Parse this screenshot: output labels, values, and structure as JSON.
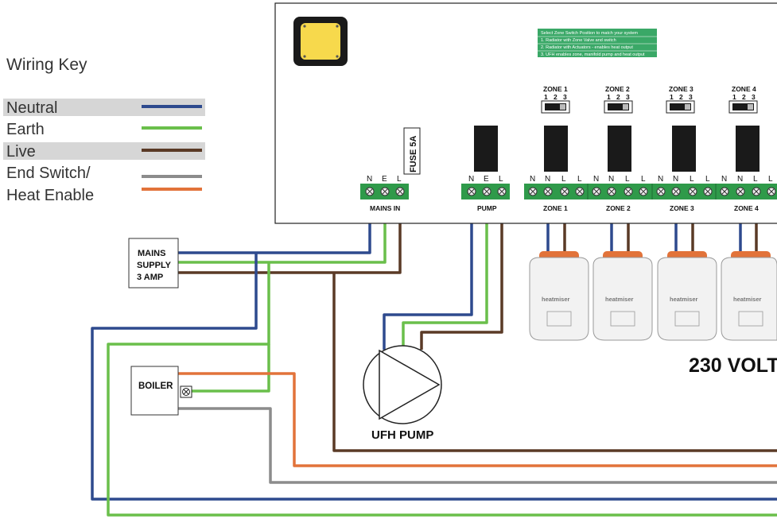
{
  "colors": {
    "neutral": "#2e4a8e",
    "earth": "#6abf4b",
    "live": "#5a3a26",
    "end_switch": "#8c8c8c",
    "heat_enable": "#e2733a",
    "terminal_green": "#2f9a4a",
    "panel_green": "#3aa867",
    "yellow_led": "#f7d94c"
  },
  "wiring_key": {
    "title": "Wiring Key",
    "items": [
      {
        "label": "Neutral",
        "color": "neutral",
        "shaded": true
      },
      {
        "label": "Earth",
        "color": "earth",
        "shaded": false
      },
      {
        "label": "Live",
        "color": "live",
        "shaded": true
      },
      {
        "label": "End Switch/",
        "color": "end_switch",
        "shaded": false
      },
      {
        "label": "Heat Enable",
        "color": "heat_enable",
        "shaded": false
      }
    ]
  },
  "info_panel": {
    "heading": "Select Zone Switch Position to match your system",
    "lines": [
      "1. Radiator with Zone Valve and switch",
      "2. Radiator with Actuators - enables heat output",
      "3. UFH enables zone, manifold pump and heat output"
    ]
  },
  "fuse_label": "FUSE 5A",
  "terminal_letters": {
    "n": "N",
    "e": "E",
    "l": "L"
  },
  "mains_in_label": "MAINS IN",
  "pump_label": "PUMP",
  "zones": [
    {
      "name": "ZONE 1",
      "bottom": "ZONE 1",
      "switch_numbers": [
        "1",
        "2",
        "3"
      ]
    },
    {
      "name": "ZONE 2",
      "bottom": "ZONE 2",
      "switch_numbers": [
        "1",
        "2",
        "3"
      ]
    },
    {
      "name": "ZONE 3",
      "bottom": "ZONE 3",
      "switch_numbers": [
        "1",
        "2",
        "3"
      ]
    },
    {
      "name": "ZONE 4",
      "bottom": "ZONE 4",
      "switch_numbers": [
        "1",
        "2",
        "3"
      ]
    }
  ],
  "actuator_brand": "heatmiser",
  "mains_supply": {
    "lines": [
      "MAINS",
      "SUPPLY",
      "3 AMP"
    ]
  },
  "boiler_label": "BOILER",
  "pump_caption": "UFH PUMP",
  "voltage_label": "230 VOLT"
}
